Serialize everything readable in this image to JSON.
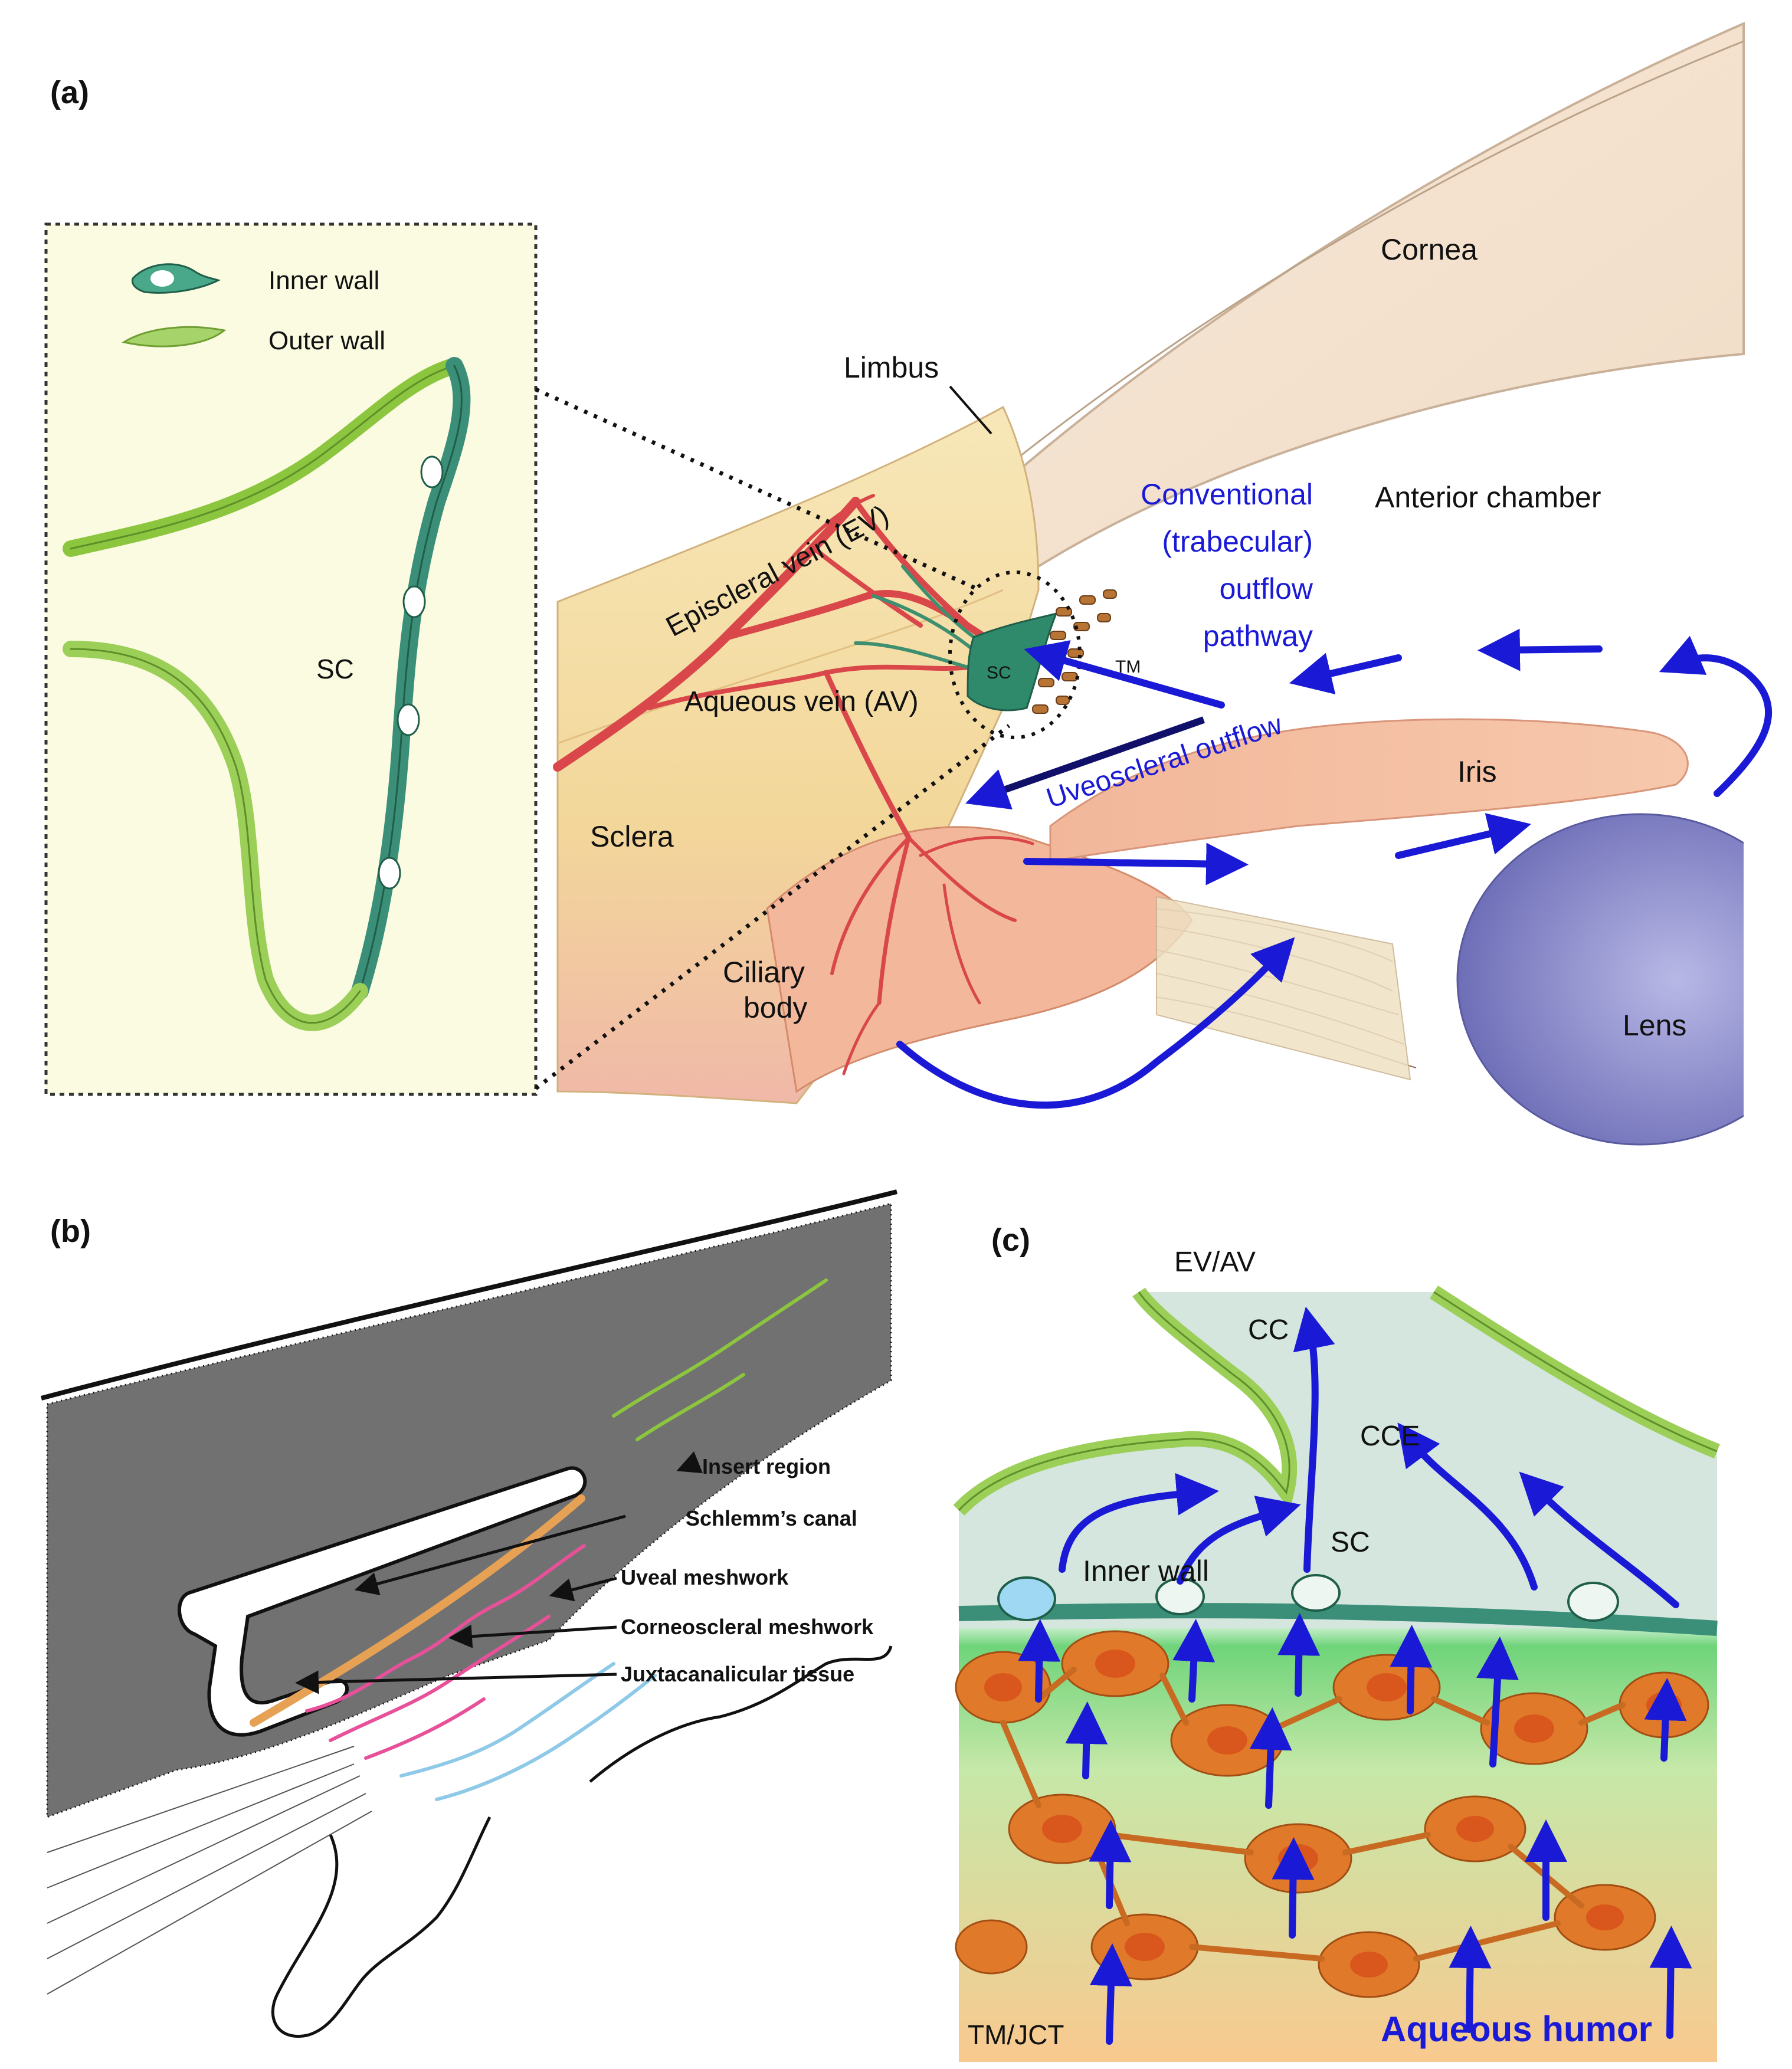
{
  "panels": {
    "a": {
      "panel_label": "(a)",
      "legend": {
        "inner_wall": "Inner wall",
        "outer_wall": "Outer wall"
      },
      "inset_label": "SC",
      "labels": {
        "cornea": "Cornea",
        "limbus": "Limbus",
        "anterior_chamber": "Anterior chamber",
        "episcleral_vein": "Episcleral vein (EV)",
        "aqueous_vein": "Aqueous vein (AV)",
        "sc": "SC",
        "tm": "TM",
        "sclera": "Sclera",
        "iris": "Iris",
        "ciliary_body_1": "Ciliary",
        "ciliary_body_2": "body",
        "lens": "Lens",
        "uveoscleral": "Uveoscleral outflow",
        "conventional_1": "Conventional",
        "conventional_2": "(trabecular)",
        "conventional_3": "outflow",
        "conventional_4": "pathway"
      }
    },
    "b": {
      "panel_label": "(b)",
      "labels": {
        "insert_region": "Insert region",
        "schlemms_canal": "Schlemm’s canal",
        "uveal_meshwork": "Uveal meshwork",
        "corneoscleral_meshwork": "Corneoscleral meshwork",
        "juxtacanalicular_tissue": "Juxtacanalicular tissue"
      }
    },
    "c": {
      "panel_label": "(c)",
      "labels": {
        "ev_av": "EV/AV",
        "cc": "CC",
        "cce": "CCE",
        "sc": "SC",
        "inner_wall": "Inner wall",
        "tm_jct": "TM/JCT",
        "aqueous_humor": "Aqueous humor"
      }
    }
  },
  "colors": {
    "flow_arrow": "#1a1ad6",
    "vein_red": "#d9474a",
    "inner_wall_teal": "#2e7d6e",
    "outer_wall_green": "#8cc63f",
    "tm_orange": "#e07a2a",
    "sc_lumen": "#d5e6df"
  }
}
